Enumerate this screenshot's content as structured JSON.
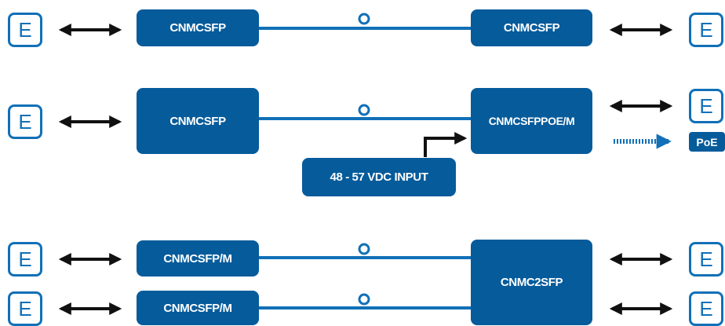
{
  "colors": {
    "box_fill": "#065b9b",
    "line": "#1170b7",
    "arrow": "#111111",
    "background": "#ffffff"
  },
  "ethernet_label": "E",
  "poe_label": "PoE",
  "row1": {
    "left_device": "CNMCSFP",
    "right_device": "CNMCSFP"
  },
  "row2": {
    "left_device": "CNMCSFP",
    "right_device": "CNMCSFPPOE/M",
    "power_input": "48 - 57 VDC INPUT"
  },
  "row3": {
    "top_left_device": "CNMCSFP/M",
    "bottom_left_device": "CNMCSFP/M",
    "right_device": "CNMC2SFP"
  }
}
